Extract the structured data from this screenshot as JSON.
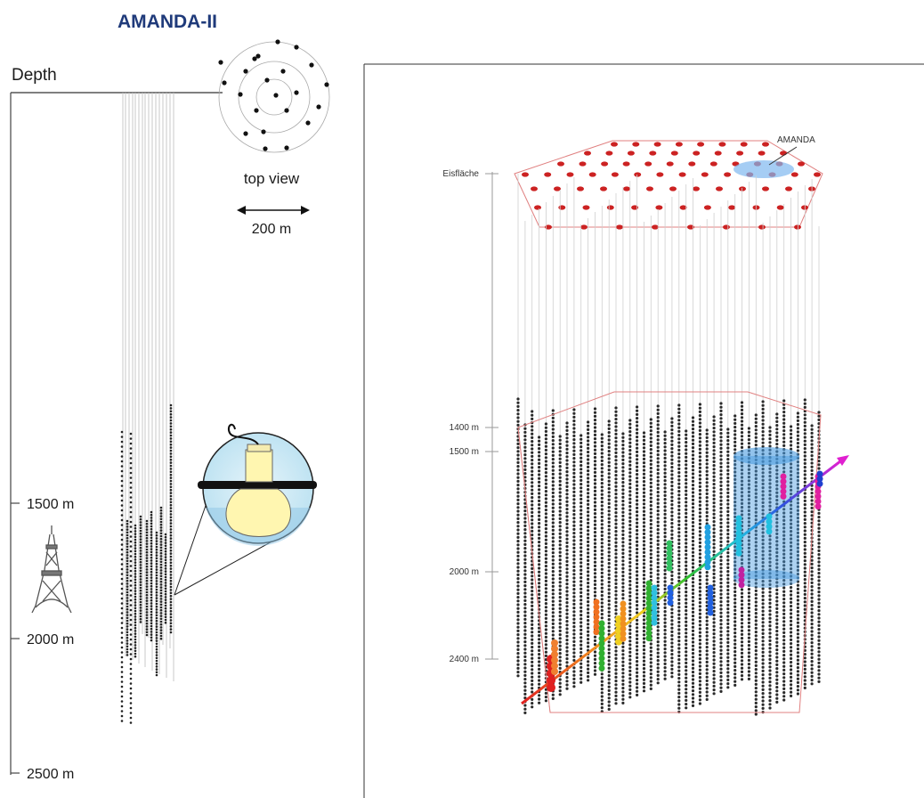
{
  "left_panel": {
    "title": "AMANDA-II",
    "depth_label": "Depth",
    "top_view_label": "top view",
    "scale_label": "200 m",
    "depth_ticks": [
      "1500 m",
      "2000 m",
      "2500 m"
    ]
  },
  "right_panel": {
    "surface_label": "Eisfläche",
    "amanda_label": "AMANDA",
    "depth_ticks": [
      "1400 m",
      "1500 m",
      "2000 m",
      "2400 m"
    ]
  },
  "colors": {
    "title": "#1f3a7a",
    "surface_dots": "#cc2222",
    "hexagon_outline": "#e08080",
    "amanda_cylinder": "#4a9be0",
    "track": "rainbow"
  },
  "icons": [
    "eiffel-tower-icon",
    "optical-module-icon",
    "double-arrow-icon"
  ]
}
